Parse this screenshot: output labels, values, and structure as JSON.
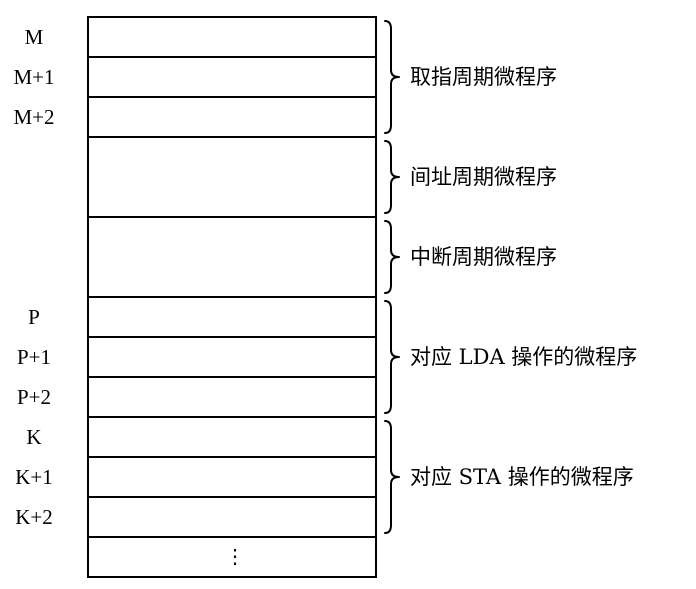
{
  "memory": {
    "rows": [
      {
        "address": "M"
      },
      {
        "address": "M+1"
      },
      {
        "address": "M+2"
      },
      {
        "address": ""
      },
      {
        "address": ""
      },
      {
        "address": "P"
      },
      {
        "address": "P+1"
      },
      {
        "address": "P+2"
      },
      {
        "address": "K"
      },
      {
        "address": "K+1"
      },
      {
        "address": "K+2"
      },
      {
        "address": "",
        "content": "⋮"
      }
    ],
    "groups": [
      {
        "label": "取指周期微程序",
        "first_row": 0,
        "last_row": 2
      },
      {
        "label": "间址周期微程序",
        "first_row": 3,
        "last_row": 3
      },
      {
        "label": "中断周期微程序",
        "first_row": 4,
        "last_row": 4
      },
      {
        "label": "对应 LDA 操作的微程序",
        "first_row": 5,
        "last_row": 7
      },
      {
        "label": "对应 STA 操作的微程序",
        "first_row": 8,
        "last_row": 10
      }
    ]
  }
}
